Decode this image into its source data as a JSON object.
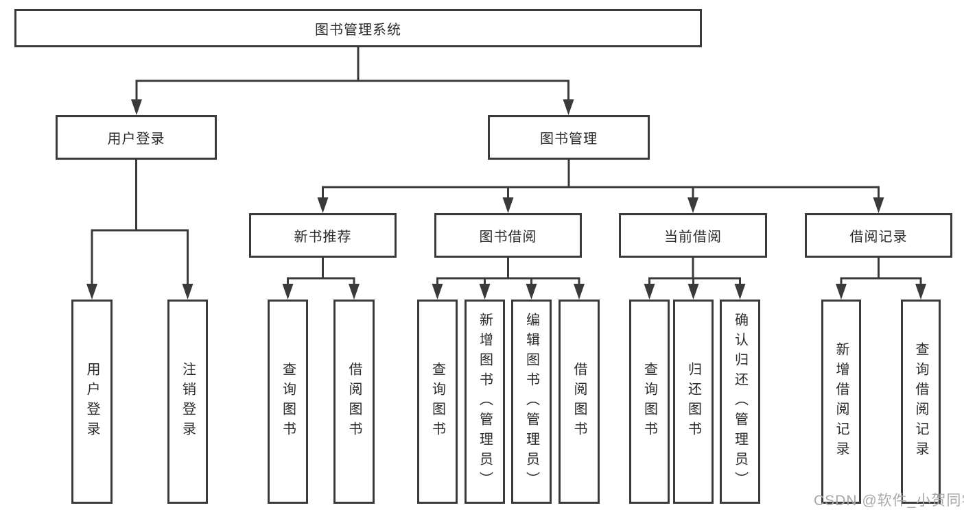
{
  "diagram": {
    "type": "hierarchy",
    "nodes": {
      "root": {
        "label": "图书管理系统"
      },
      "user_login": {
        "label": "用户登录"
      },
      "book_mgmt": {
        "label": "图书管理"
      },
      "new_book_rec": {
        "label": "新书推荐"
      },
      "book_borrow": {
        "label": "图书借阅"
      },
      "current_borrow": {
        "label": "当前借阅"
      },
      "borrow_records": {
        "label": "借阅记录"
      },
      "leaf_user_login": {
        "label": "用户登录"
      },
      "leaf_logout": {
        "label": "注销登录"
      },
      "leaf_query_books_1": {
        "label": "查询图书"
      },
      "leaf_borrow_books_1": {
        "label": "借阅图书"
      },
      "leaf_query_books_2": {
        "label": "查询图书"
      },
      "leaf_add_books": {
        "label": "新增图书（管理员）"
      },
      "leaf_edit_books": {
        "label": "编辑图书（管理员）"
      },
      "leaf_borrow_books_2": {
        "label": "借阅图书"
      },
      "leaf_query_books_3": {
        "label": "查询图书"
      },
      "leaf_return_books": {
        "label": "归还图书"
      },
      "leaf_confirm_return": {
        "label": "确认归还（管理员）"
      },
      "leaf_add_borrow_record": {
        "label": "新增借阅记录"
      },
      "leaf_query_borrow_record": {
        "label": "查询借阅记录"
      }
    },
    "edges": [
      {
        "from": "root",
        "to": [
          "user_login",
          "book_mgmt"
        ]
      },
      {
        "from": "user_login",
        "to": [
          "leaf_user_login",
          "leaf_logout"
        ]
      },
      {
        "from": "book_mgmt",
        "to": [
          "new_book_rec",
          "book_borrow",
          "current_borrow",
          "borrow_records"
        ]
      },
      {
        "from": "new_book_rec",
        "to": [
          "leaf_query_books_1",
          "leaf_borrow_books_1"
        ]
      },
      {
        "from": "book_borrow",
        "to": [
          "leaf_query_books_2",
          "leaf_add_books",
          "leaf_edit_books",
          "leaf_borrow_books_2"
        ]
      },
      {
        "from": "current_borrow",
        "to": [
          "leaf_query_books_3",
          "leaf_return_books",
          "leaf_confirm_return"
        ]
      },
      {
        "from": "borrow_records",
        "to": [
          "leaf_add_borrow_record",
          "leaf_query_borrow_record"
        ]
      }
    ],
    "colors": {
      "line": "#3a3a3a",
      "text": "#2b2b2b",
      "box_background": "#ffffff",
      "watermark": "#a8a8a8"
    }
  },
  "watermark": {
    "text": "CSDN @软件_小贺同学"
  }
}
